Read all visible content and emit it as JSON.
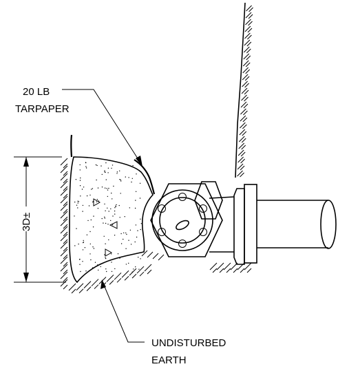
{
  "drawing": {
    "labels": {
      "tarpaper_line1": "20 LB",
      "tarpaper_line2": "TARPAPER",
      "dimension": "3D±",
      "earth_line1": "UNDISTURBED",
      "earth_line2": "EARTH"
    },
    "colors": {
      "ink": "#000000",
      "background": "#ffffff"
    }
  }
}
